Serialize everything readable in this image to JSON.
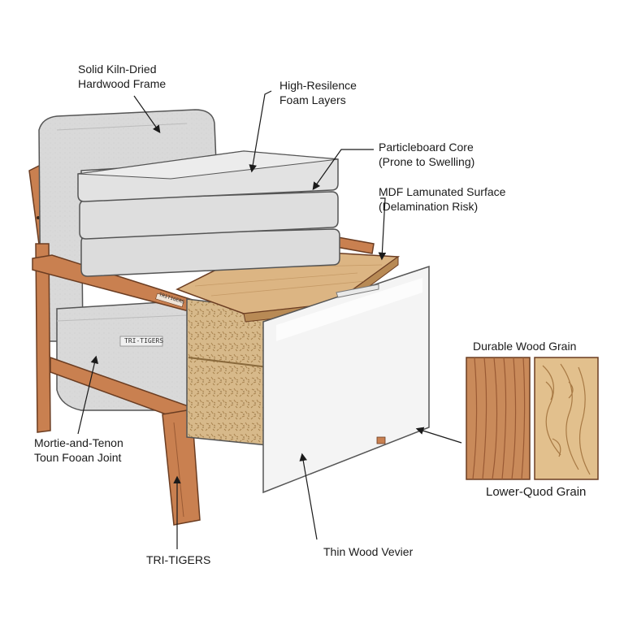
{
  "labels": {
    "frame": [
      "Solid Kiln-Dried",
      "Hardwood Frame"
    ],
    "foam": [
      "High-Resilence",
      "Foam Layers"
    ],
    "particleboard": [
      "Particleboard Core",
      "(Prone to Swelling)"
    ],
    "mdf": [
      "MDF Lamunated Surface",
      "(Delamination Risk)"
    ],
    "durable_grain": "Durable Wood Grain",
    "lower_grain": "Lower-Quod Grain",
    "joint": [
      "Mortie-and-Tenon",
      "Toun Fooan Joint"
    ],
    "brand_bottom": "TRI-TIGERS",
    "veneer": "Thin Wood Vevier",
    "seat_tag": "TRI-TIGERS",
    "arm_tag": "TRITIGERS"
  },
  "colors": {
    "wood": "#c98050",
    "wood_dark": "#9a5a34",
    "cushion": "#d9d9d9",
    "cushion_dark": "#bdbdbd",
    "particle": "#d7b98a",
    "mdf_top": "#dcb583",
    "panel": "#f4f4f4",
    "grain_dark": "#c58a5a",
    "grain_light": "#e2c08d"
  }
}
